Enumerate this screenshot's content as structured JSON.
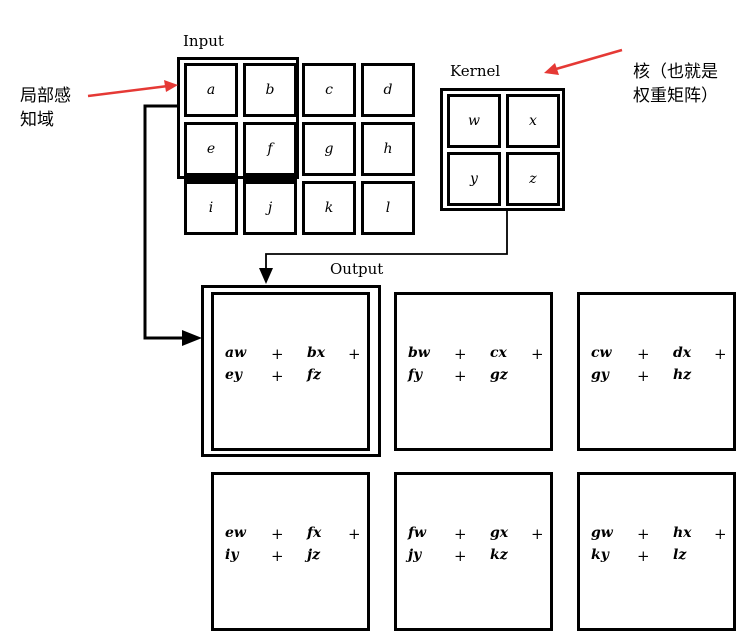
{
  "labels": {
    "input": "Input",
    "kernel": "Kernel",
    "output": "Output",
    "receptive_field_line1": "局部感",
    "receptive_field_line2": "知域",
    "kernel_note_line1": "核（也就是",
    "kernel_note_line2": "权重矩阵）"
  },
  "input_grid": [
    [
      "a",
      "b",
      "c",
      "d"
    ],
    [
      "e",
      "f",
      "g",
      "h"
    ],
    [
      "i",
      "j",
      "k",
      "l"
    ]
  ],
  "kernel_grid": [
    [
      "w",
      "x"
    ],
    [
      "y",
      "z"
    ]
  ],
  "output_cells": [
    {
      "t1": "aw",
      "t2": "bx",
      "t3": "ey",
      "t4": "fz"
    },
    {
      "t1": "bw",
      "t2": "cx",
      "t3": "fy",
      "t4": "gz"
    },
    {
      "t1": "cw",
      "t2": "dx",
      "t3": "gy",
      "t4": "hz"
    },
    {
      "t1": "ew",
      "t2": "fx",
      "t3": "iy",
      "t4": "jz"
    },
    {
      "t1": "fw",
      "t2": "gx",
      "t3": "jy",
      "t4": "kz"
    },
    {
      "t1": "gw",
      "t2": "hx",
      "t3": "ky",
      "t4": "lz"
    }
  ],
  "plus_sign": "+",
  "colors": {
    "annotation_arrow": "#e53935",
    "line": "#000000"
  }
}
